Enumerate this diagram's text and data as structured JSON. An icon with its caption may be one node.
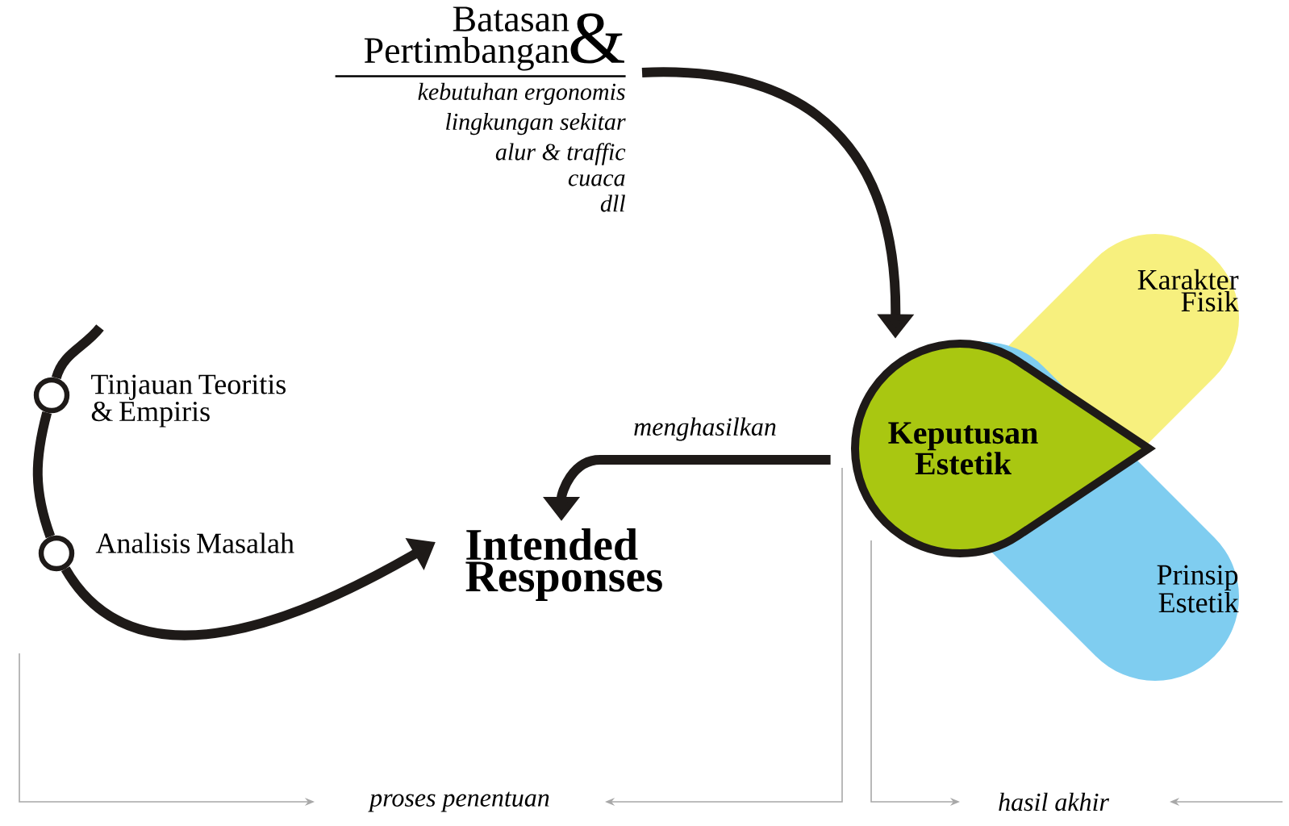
{
  "diagram": {
    "nodes": [
      {
        "text": [
          "Batasan",
          "Pertimbangan",
          "&",
          "kebutuhan ergonomis",
          "lingkungan sekitar",
          "alur & traffic",
          "cuaca",
          "dll"
        ]
      },
      {
        "text": [
          "Keputusan Estetik"
        ]
      },
      {
        "text": [
          "Karakter Fisik"
        ]
      },
      {
        "text": [
          "Prinsip Estetik"
        ]
      },
      {
        "text": [
          "Intended Responses"
        ]
      },
      {
        "text": [],
        "shape": "circle",
        "beside": [
          "Tinjauan Teoritis & Empiris"
        ]
      },
      {
        "text": [],
        "shape": "circle",
        "beside": [
          "Analisis Masalah"
        ]
      }
    ],
    "edges": [
      {
        "from": 0,
        "to": 1,
        "arrow": "to"
      },
      {
        "from": 1,
        "to": 4,
        "arrow": "to",
        "label": "menghasilkan"
      },
      {
        "from": null,
        "to": 5,
        "arrow": "none"
      },
      {
        "from": 5,
        "to": 6,
        "arrow": "none"
      },
      {
        "from": 6,
        "to": 4,
        "arrow": "to"
      }
    ],
    "labels": [
      "proses penentuan",
      "hasil akhir"
    ]
  }
}
